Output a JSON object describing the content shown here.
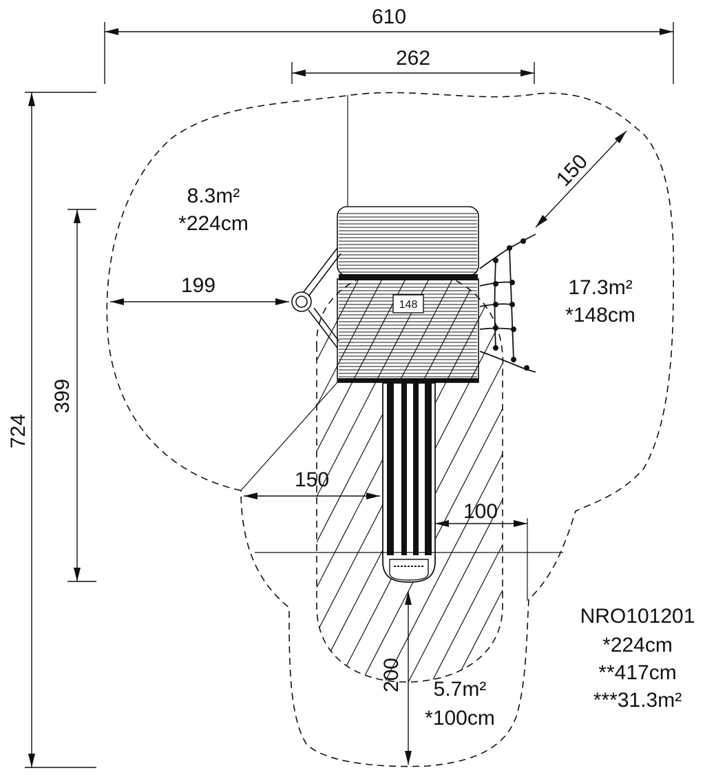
{
  "dimensions": {
    "overall_width": "610",
    "platform_width": "262",
    "overall_height": "724",
    "side_height": "399",
    "left_clearance": "199",
    "net_clearance": "150",
    "slide_side_clearance": "150",
    "slide_right_clearance": "100",
    "slide_exit_clearance": "200"
  },
  "zones": {
    "left": {
      "area": "8.3m²",
      "height": "*224cm"
    },
    "right": {
      "area": "17.3m²",
      "height": "*148cm"
    },
    "bottom": {
      "area": "5.7m²",
      "height": "*100cm"
    }
  },
  "platform_tag": "148",
  "product": {
    "code": "NRO101201",
    "fall_height": "*224cm",
    "total_height": "**417cm",
    "total_area": "***31.3m²"
  }
}
